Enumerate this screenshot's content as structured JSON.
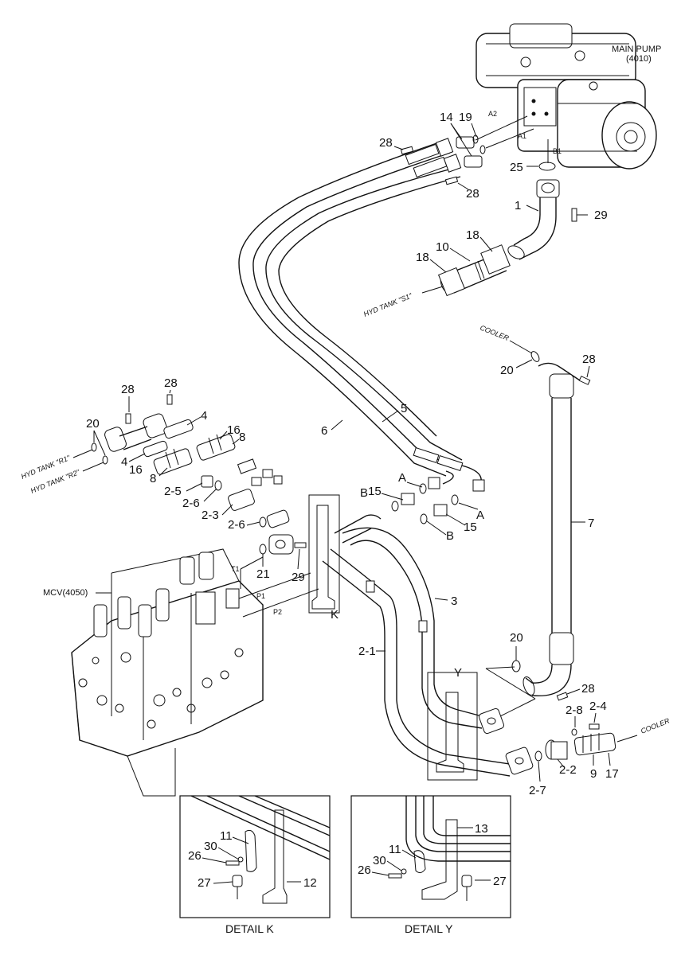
{
  "components": {
    "main_pump": [
      "MAIN PUMP",
      "(4010)"
    ],
    "mcv": "MCV(4050)",
    "hyd_tank_s1": "HYD TANK \"S1\"",
    "hyd_tank_r1": "HYD TANK \"R1\"",
    "hyd_tank_r2": "HYD TANK \"R2\"",
    "cooler_top": "COOLER",
    "cooler_right": "COOLER"
  },
  "ports": {
    "a1": "A1",
    "a2": "A2",
    "b1": "B1",
    "t1": "T1",
    "p1": "P1",
    "p2": "P2"
  },
  "callouts": {
    "c1": "1",
    "c2_1": "2-1",
    "c2_2": "2-2",
    "c2_3": "2-3",
    "c2_4": "2-4",
    "c2_5": "2-5",
    "c2_6a": "2-6",
    "c2_6b": "2-6",
    "c2_7": "2-7",
    "c2_8": "2-8",
    "c3": "3",
    "c4a": "4",
    "c4b": "4",
    "c5": "5",
    "c6": "6",
    "c7": "7",
    "c8a": "8",
    "c8b": "8",
    "c9": "9",
    "c10": "10",
    "c14": "14",
    "c15a": "15",
    "c15b": "15",
    "c16a": "16",
    "c16b": "16",
    "c17": "17",
    "c18a": "18",
    "c18b": "18",
    "c19": "19",
    "c20a": "20",
    "c20b": "20",
    "c20c": "20",
    "c21": "21",
    "c25": "25",
    "c28a": "28",
    "c28b": "28",
    "c28c": "28",
    "c28d": "28",
    "c28e": "28",
    "c28f": "28",
    "c29a": "29",
    "c29b": "29",
    "cAa": "A",
    "cAb": "A",
    "cBa": "B",
    "cBb": "B",
    "cK": "K",
    "cY": "Y"
  },
  "details": {
    "k": {
      "caption": "DETAIL K",
      "n11": "11",
      "n12": "12",
      "n26": "26",
      "n27": "27",
      "n30": "30"
    },
    "y": {
      "caption": "DETAIL Y",
      "n11": "11",
      "n13": "13",
      "n26": "26",
      "n27": "27",
      "n30": "30"
    }
  }
}
